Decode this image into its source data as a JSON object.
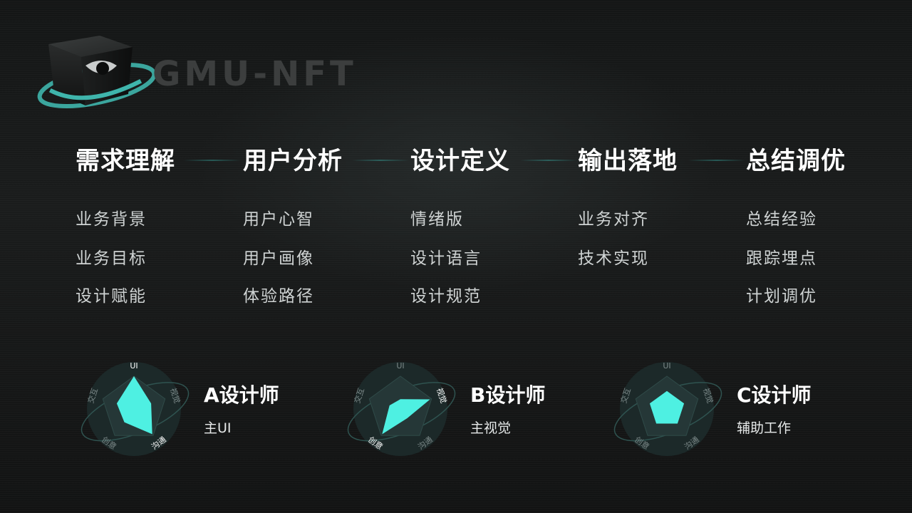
{
  "brand": {
    "name": "GMU-NFT",
    "logo_icon": "eye-cube-icon",
    "ring_color": "#3fb5ac"
  },
  "colors": {
    "accent": "#4ef0e2",
    "background": "#161818"
  },
  "phases": [
    {
      "title": "需求理解",
      "items": [
        "业务背景",
        "业务目标",
        "设计赋能"
      ]
    },
    {
      "title": "用户分析",
      "items": [
        "用户心智",
        "用户画像",
        "体验路径"
      ]
    },
    {
      "title": "设计定义",
      "items": [
        "情绪版",
        "设计语言",
        "设计规范"
      ]
    },
    {
      "title": "输出落地",
      "items": [
        "业务对齐",
        "技术实现"
      ]
    },
    {
      "title": "总结调优",
      "items": [
        "总结经验",
        "跟踪埋点",
        "计划调优"
      ]
    }
  ],
  "radar_axes": [
    "UI",
    "视觉",
    "沟通",
    "创意",
    "交互"
  ],
  "designers": [
    {
      "name": "A设计师",
      "role": "主UI",
      "scores": [
        1.0,
        0.55,
        0.95,
        0.5,
        0.55
      ],
      "highlight": [
        0,
        2
      ]
    },
    {
      "name": "B设计师",
      "role": "主视觉",
      "scores": [
        0.3,
        0.95,
        0.35,
        0.95,
        0.35
      ],
      "highlight": [
        1,
        3
      ]
    },
    {
      "name": "C设计师",
      "role": "辅助工作",
      "scores": [
        0.55,
        0.55,
        0.55,
        0.55,
        0.55
      ],
      "highlight": []
    }
  ]
}
